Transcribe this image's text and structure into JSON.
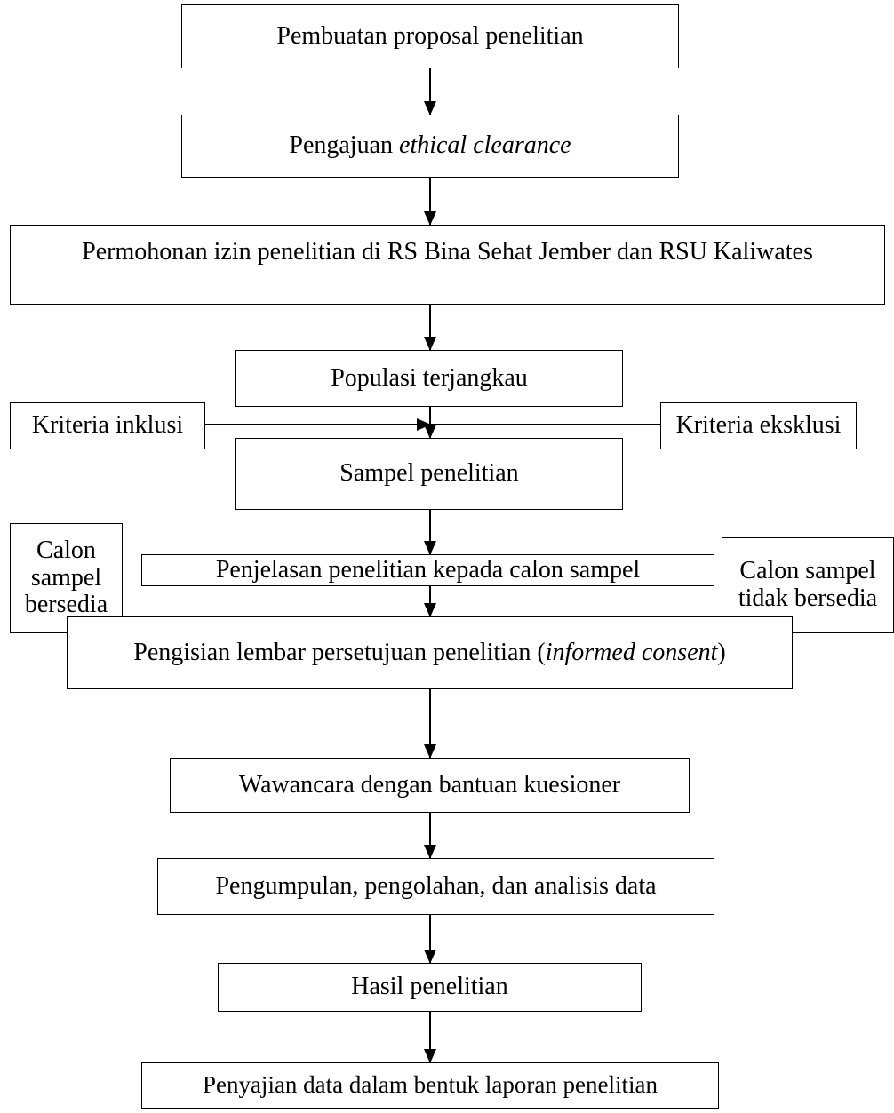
{
  "steps": {
    "proposal": "Pembuatan proposal penelitian",
    "ethical_prefix": "Pengajuan ",
    "ethical_italic": "ethical clearance",
    "permission": "Permohonan izin penelitian di RS Bina Sehat Jember dan RSU Kaliwates",
    "population": "Populasi terjangkau",
    "inclusion": "Kriteria inklusi",
    "exclusion": "Kriteria eksklusi",
    "sample": "Sampel penelitian",
    "explanation": "Penjelasan penelitian kepada calon sampel",
    "willing_line1": "Calon",
    "willing_line2": "sampel",
    "willing_line3": "bersedia",
    "unwilling_line1": "Calon sampel",
    "unwilling_line2": "tidak bersedia",
    "consent_prefix": "Pengisian lembar persetujuan penelitian (",
    "consent_italic": "informed consent",
    "consent_suffix": ")",
    "interview": "Wawancara dengan bantuan kuesioner",
    "analysis": "Pengumpulan, pengolahan, dan analisis data",
    "results": "Hasil penelitian",
    "report": "Penyajian data dalam bentuk laporan penelitian"
  }
}
